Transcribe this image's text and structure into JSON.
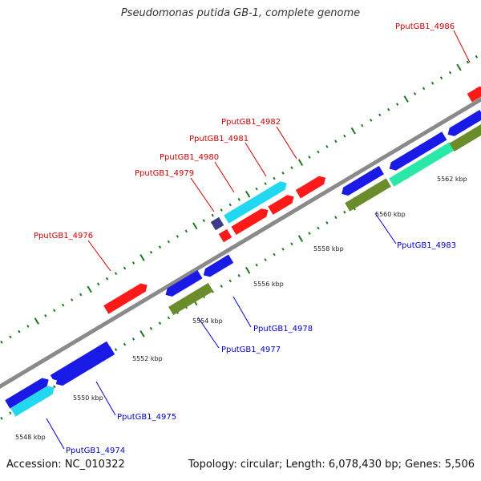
{
  "title": "Pseudomonas putida GB-1, complete genome",
  "footer": {
    "accession": "Accession: NC_010322",
    "summary": "Topology: circular; Length: 6,078,430 bp; Genes: 5,506"
  },
  "colors": {
    "backbone": "#8a8a8a",
    "tick": "#1f7a1f",
    "forward_label": "#cc0000",
    "reverse_label": "#0000cc",
    "red": "#ff1a1a",
    "blue": "#1a1ae6",
    "cyan": "#22d8f0",
    "olive": "#6b8c2a",
    "teal": "#2ae8a8",
    "navy": "#3d3a8a"
  },
  "scale_labels": [
    "5548 kbp",
    "5550 kbp",
    "5552 kbp",
    "5554 kbp",
    "5556 kbp",
    "5558 kbp",
    "5560 kbp",
    "5562 kbp"
  ],
  "genes_forward": [
    "PputGB1_4976",
    "PputGB1_4979",
    "PputGB1_4980",
    "PputGB1_4981",
    "PputGB1_4982",
    "PputGB1_4986"
  ],
  "genes_reverse": [
    "PputGB1_4974",
    "PputGB1_4975",
    "PputGB1_4977",
    "PputGB1_4978",
    "PputGB1_4983"
  ]
}
